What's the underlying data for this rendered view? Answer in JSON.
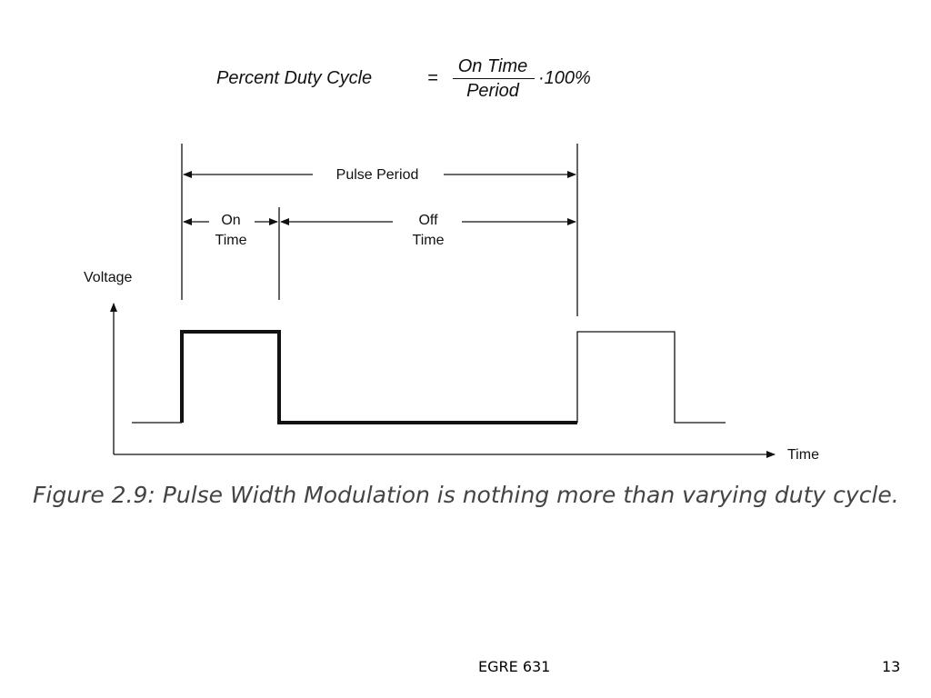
{
  "formula": {
    "lhs": "Percent Duty Cycle",
    "equals": "=",
    "numerator": "On Time",
    "denominator": "Period",
    "multiplier": "·100%"
  },
  "diagram": {
    "labels": {
      "pulse_period": "Pulse Period",
      "on_line1": "On",
      "on_line2": "Time",
      "off_line1": "Off",
      "off_line2": "Time",
      "y_axis": "Voltage",
      "x_axis": "Time"
    }
  },
  "caption": "Figure 2.9: Pulse Width Modulation is nothing more than varying duty cycle.",
  "footer": {
    "course": "EGRE 631",
    "page_number": "13"
  }
}
